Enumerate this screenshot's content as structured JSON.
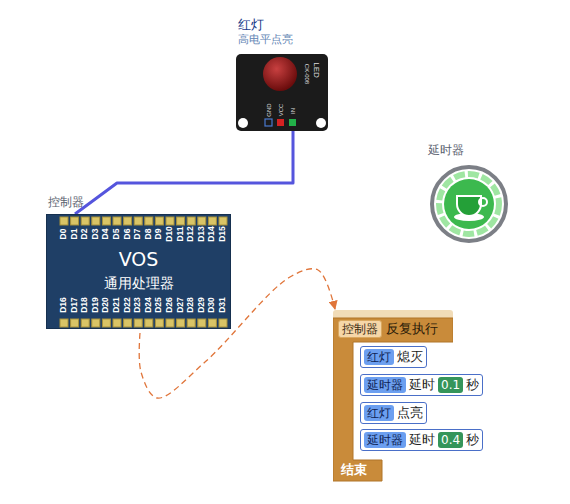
{
  "diagram": {
    "nodes": [
      {
        "text": [
          "红灯",
          "高电平点亮"
        ]
      },
      {
        "text": [
          "控制器",
          "VOS",
          "通用处理器"
        ]
      },
      {
        "text": [
          "延时器"
        ]
      },
      {
        "text": [
          "反复执行",
          "结束"
        ]
      },
      {
        "text": [
          "控制器"
        ],
        "in": 3
      },
      {
        "text": [
          "熄灭"
        ],
        "in": 3
      },
      {
        "text": [
          "红灯"
        ],
        "in": 5
      },
      {
        "text": [
          "延时",
          "秒"
        ],
        "in": 3
      },
      {
        "text": [
          "延时器"
        ],
        "in": 7
      },
      {
        "text": [
          "0.1"
        ],
        "in": 7
      },
      {
        "text": [
          "点亮"
        ],
        "in": 3
      },
      {
        "text": [
          "红灯"
        ],
        "in": 10
      },
      {
        "text": [
          "延时",
          "秒"
        ],
        "in": 3
      },
      {
        "text": [
          "延时器"
        ],
        "in": 12
      },
      {
        "text": [
          "0.4"
        ],
        "in": 12
      }
    ],
    "edges": [
      {
        "from": 1,
        "to": 0,
        "arrow": "none"
      },
      {
        "from": 1,
        "to": 3,
        "arrow": "to"
      }
    ],
    "labels": [
      "LED",
      "CK-008",
      "GND",
      "VCC",
      "IN",
      "D0",
      "D1",
      "D2",
      "D3",
      "D4",
      "D5",
      "D6",
      "D7",
      "D8",
      "D9",
      "D10",
      "D11",
      "D12",
      "D13",
      "D14",
      "D15",
      "D16",
      "D17",
      "D18",
      "D19",
      "D20",
      "D21",
      "D22",
      "D23",
      "D24",
      "D25",
      "D26",
      "D27",
      "D28",
      "D29",
      "D30",
      "D31"
    ]
  }
}
